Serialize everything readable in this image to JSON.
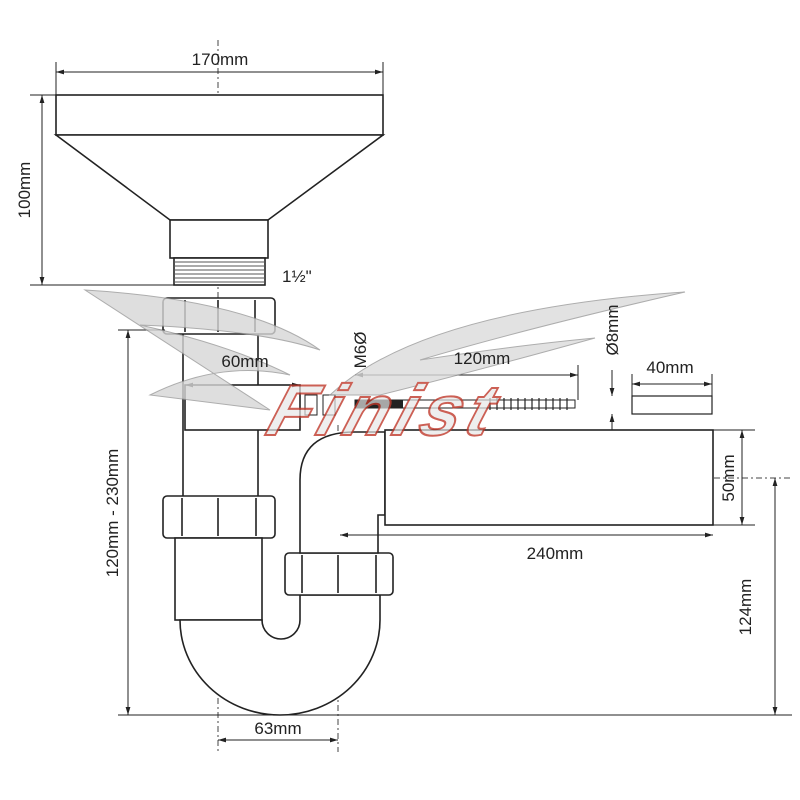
{
  "diagram": {
    "dimensions": {
      "funnel_width": "170mm",
      "funnel_height": "100mm",
      "thread_size": "1½\"",
      "side_outlet_length": "60mm",
      "screw_thread": "M6Ø",
      "screw_length": "120mm",
      "anchor_diameter": "Ø8mm",
      "anchor_length": "40mm",
      "outlet_diameter": "50mm",
      "outlet_length": "240mm",
      "height_range": "120mm - 230mm",
      "outlet_height": "124mm",
      "trap_offset": "63mm"
    },
    "watermark": "Finist"
  }
}
